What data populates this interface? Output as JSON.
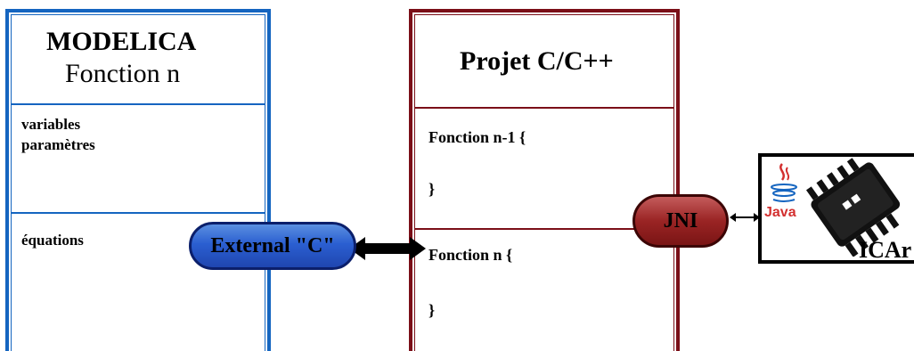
{
  "modelica": {
    "title": "MODELICA",
    "subtitle": "Fonction n",
    "section1_line1": "variables",
    "section1_line2": "paramètres",
    "section2": "équations"
  },
  "projet": {
    "title": "Projet C/C++",
    "func1_open": "Fonction n-1 {",
    "func1_close": "}",
    "func2_open": "Fonction n {",
    "func2_close": "}"
  },
  "connectors": {
    "external_c": "External \"C\"",
    "jni": "JNI"
  },
  "icar": {
    "label": "ICAr",
    "java_label": "Java"
  },
  "colors": {
    "modelica_border": "#1565c0",
    "projet_border": "#7b0f18",
    "external_pill": "#2b5fd1",
    "jni_pill": "#9a2424"
  },
  "icons": [
    "java-logo-icon",
    "microchip-icon"
  ]
}
